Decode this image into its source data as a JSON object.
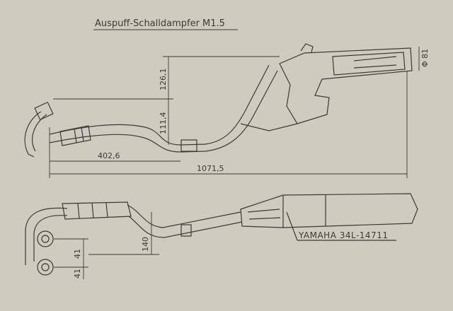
{
  "title": "Auspuff-Schalldampfer M1.5",
  "part_number": "YAMAHA 34L-14711",
  "dimensions": {
    "d_126_1": "126,1",
    "d_111_4": "111,4",
    "d_402_6": "402,6",
    "d_1071_5": "1071,5",
    "d_phi_81": "Φ 81",
    "d_140": "140",
    "d_41_a": "41",
    "d_41_b": "41"
  },
  "colors": {
    "paper": "#cfcbbe",
    "ink": "#3a3a3a"
  }
}
